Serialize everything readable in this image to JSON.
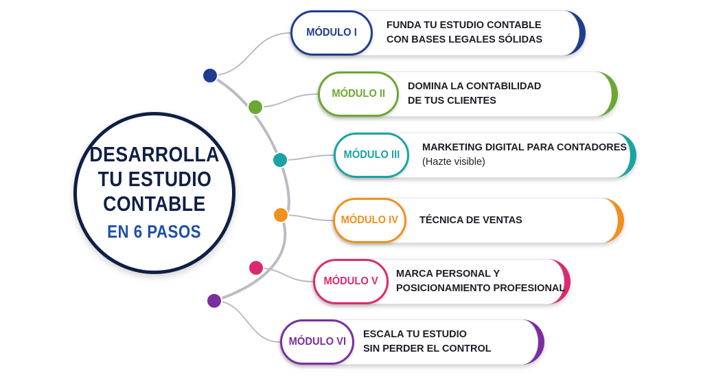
{
  "center": {
    "line1": "DESARROLLA",
    "line2": "TU ESTUDIO",
    "line3": "CONTABLE",
    "line4": "EN 6 PASOS"
  },
  "colors": {
    "navy": "#0f1f45",
    "accent_blue": "#1e4fa8",
    "connector_gray": "#b9bcc2"
  },
  "modules": [
    {
      "label": "MÓDULO I",
      "line1": "FUNDA TU ESTUDIO CONTABLE",
      "line2": "CON BASES LEGALES SÓLIDAS",
      "color": "#1f3d8c"
    },
    {
      "label": "MÓDULO II",
      "line1": "DOMINA LA CONTABILIDAD",
      "line2": "DE TUS CLIENTES",
      "color": "#6aa832"
    },
    {
      "label": "MÓDULO III",
      "line1": "MARKETING DIGITAL PARA CONTADORES",
      "line2": "(Hazte visible)",
      "color": "#19a3a5"
    },
    {
      "label": "MÓDULO IV",
      "line1": "TÉCNICA DE VENTAS",
      "line2": "",
      "color": "#f0901e"
    },
    {
      "label": "MÓDULO V",
      "line1": "MARCA PERSONAL Y",
      "line2": "POSICIONAMIENTO PROFESIONAL",
      "color": "#d92b6e"
    },
    {
      "label": "MÓDULO VI",
      "line1": "ESCALA TU ESTUDIO",
      "line2": "SIN PERDER EL CONTROL",
      "color": "#7a2f9e"
    }
  ]
}
